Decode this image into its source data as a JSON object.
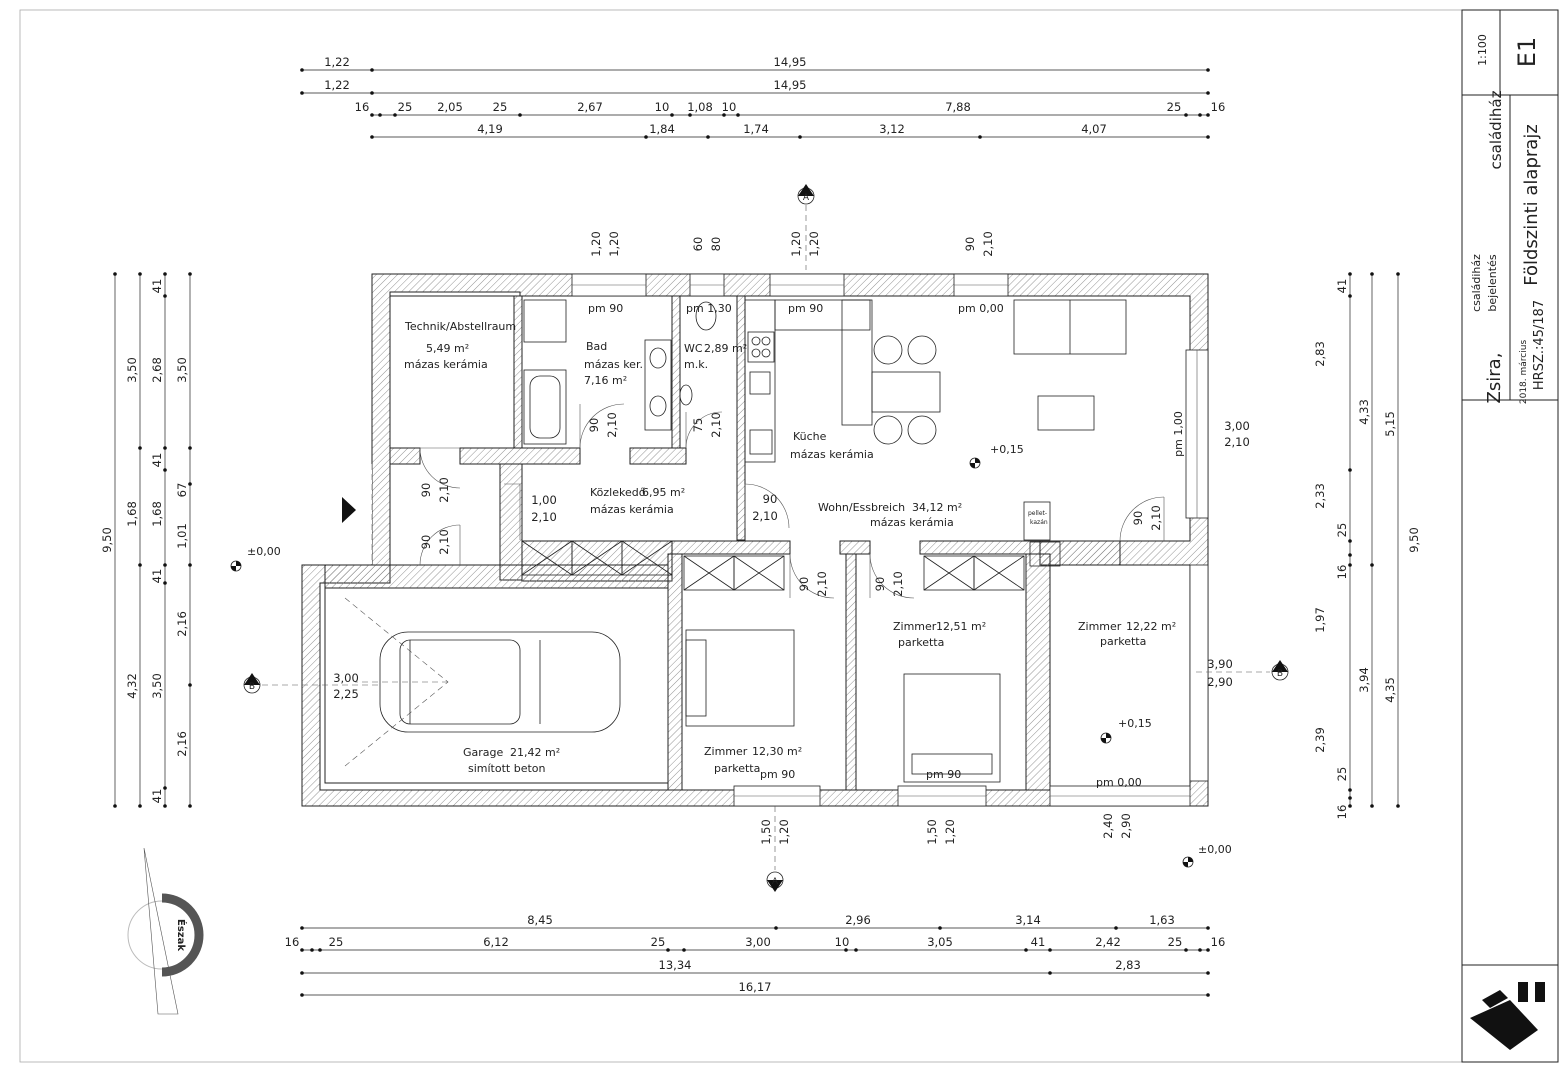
{
  "title_block": {
    "scale": "1:100",
    "sheet": "E1",
    "project": "családiház",
    "drawing_title": "Földszinti alaprajz",
    "small_project": "családiház",
    "small_status": "bejelentés",
    "location": "Zsira,",
    "date": "2018. március",
    "lot": "HRSZ.:45/187"
  },
  "rooms": [
    {
      "name": "Technik/Abstellraum",
      "area": "5,49 m²",
      "floor": "mázas kerámia"
    },
    {
      "name": "Bad",
      "area": "7,16 m²",
      "floor": "mázas ker."
    },
    {
      "name": "WC",
      "area": "2,89 m²",
      "floor": "m.k."
    },
    {
      "name": "Küche",
      "area": "",
      "floor": "mázas kerámia"
    },
    {
      "name": "Közlekedő",
      "area": "6,95 m²",
      "floor": "mázas kerámia"
    },
    {
      "name": "Wohn/Essbreich",
      "area": "34,12 m²",
      "floor": "mázas kerámia"
    },
    {
      "name": "Garage",
      "area": "21,42 m²",
      "floor": "simított beton"
    },
    {
      "name": "Zimmer",
      "area": "12,30 m²",
      "floor": "parketta"
    },
    {
      "name": "Zimmer",
      "area": "12,51 m²",
      "floor": "parketta"
    },
    {
      "name": "Zimmer",
      "area": "12,22 m²",
      "floor": "parketta"
    }
  ],
  "levels": {
    "inside_1": "+0,15",
    "inside_2": "+0,15",
    "outside_1": "±0,00",
    "outside_2": "±0,00"
  },
  "section_marks": {
    "a": "A",
    "b": "B"
  },
  "north_label": "Észak",
  "pellet_label": [
    "pellet-",
    "kazán"
  ],
  "top_dims": {
    "row1": [
      "1,22",
      "14,95"
    ],
    "row2": [
      "1,22",
      "14,95"
    ],
    "row3": [
      "16",
      "25",
      "2,05",
      "25",
      "2,67",
      "10",
      "1,08",
      "10",
      "7,88",
      "25",
      "16"
    ],
    "row4": [
      "4,19",
      "1,84",
      "1,74",
      "3,12",
      "4,07"
    ]
  },
  "bottom_dims": {
    "row1": [
      "8,45",
      "2,96",
      "3,14",
      "1,63"
    ],
    "row2": [
      "16",
      "25",
      "6,12",
      "25",
      "3,00",
      "10",
      "3,05",
      "41",
      "2,42",
      "25",
      "16"
    ],
    "row3": [
      "13,34",
      "2,83"
    ],
    "row4": [
      "16,17"
    ]
  },
  "left_dims": {
    "outer": "9,50",
    "c2": [
      "3,50",
      "1,68",
      "4,32"
    ],
    "c3": [
      "41",
      "2,68",
      "41",
      "1,68",
      "41",
      "3,50",
      "41"
    ],
    "c4": [
      "3,50",
      "67",
      "1,01",
      "2,16",
      "2,16"
    ]
  },
  "right_dims": {
    "c1": [
      "41",
      "2,83",
      "2,33",
      "25",
      "16",
      "1,97",
      "2,39",
      "25",
      "16"
    ],
    "c2": [
      "4,33",
      "3,94"
    ],
    "c3": [
      "5,15",
      "4,35"
    ],
    "outer": "9,50"
  },
  "openings": {
    "top": [
      [
        "1,20",
        "1,20"
      ],
      [
        "60",
        "80"
      ],
      [
        "1,20",
        "1,20"
      ],
      [
        "90",
        "2,10"
      ]
    ],
    "bottom": [
      [
        "1,50",
        "1,20"
      ],
      [
        "1,50",
        "1,20"
      ],
      [
        "2,40",
        "2,90"
      ]
    ],
    "parapets": [
      "pm 90",
      "pm 1,30",
      "pm 90",
      "pm 0,00",
      "pm 1,00",
      "pm 90",
      "pm 90",
      "pm 0,00"
    ],
    "doors": [
      [
        "90",
        "2,10"
      ],
      [
        "75",
        "2,10"
      ],
      [
        "90",
        "2,10"
      ],
      [
        "90",
        "2,10"
      ],
      [
        "90",
        "2,10"
      ],
      [
        "90",
        "2,10"
      ],
      [
        "90",
        "2,10"
      ],
      [
        "90",
        "2,10"
      ]
    ],
    "others": [
      [
        "1,00",
        "2,10"
      ],
      [
        "3,00",
        "2,25"
      ],
      [
        "3,00",
        "2,10"
      ],
      [
        "3,90",
        "2,90"
      ]
    ]
  }
}
